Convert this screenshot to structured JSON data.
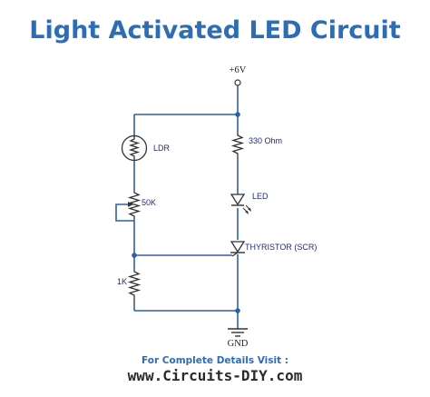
{
  "title": "Light Activated LED Circuit",
  "labels": {
    "supply": "+6V",
    "ldr": "LDR",
    "pot": "50K",
    "r1": "1K",
    "r2": "330 Ohm",
    "led": "LED",
    "scr": "THYRISTOR (SCR)",
    "gnd": "GND"
  },
  "footer": {
    "line1": "For Complete Details Visit :",
    "line2": "www.Circuits-DIY.com"
  },
  "colors": {
    "title": "#2e6db4",
    "wire": "#2f5fa8",
    "component": "#333333",
    "label": "#1f2d7a"
  }
}
